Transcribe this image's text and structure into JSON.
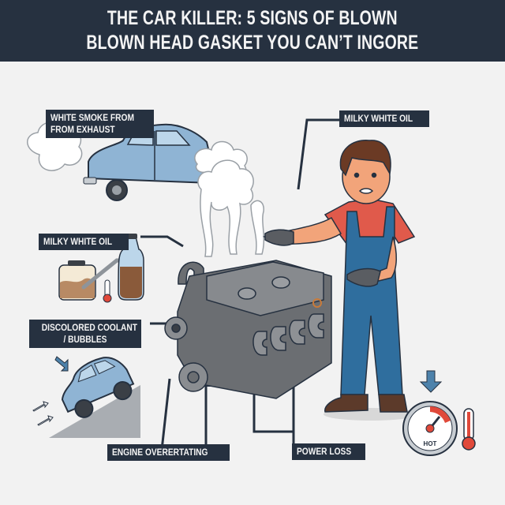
{
  "title": {
    "line1": "THE CAR KILLER: 5 SIGNS OF BLOWN",
    "line2": "BLOWN HEAD GASKET YOU CAN’T INGORE"
  },
  "callouts": [
    {
      "id": "white-smoke",
      "line1": "WHITE SMOKE FROM",
      "line2": "FROM EXHAUST"
    },
    {
      "id": "milky-oil-top",
      "line1": "MILKY WHITE OIL"
    },
    {
      "id": "milky-oil-left",
      "line1": "MILKY WHITE OIL"
    },
    {
      "id": "coolant",
      "line1": "DISCOLORED COOLANT",
      "line2": "/ BUBBLES"
    },
    {
      "id": "overheating",
      "line1": "ENGINE OVERERTATING"
    },
    {
      "id": "power-loss",
      "line1": "POWER LOSS"
    }
  ],
  "gauge": {
    "label": "HOT"
  },
  "colors": {
    "header_bg": "#263140",
    "label_bg": "#263140",
    "background": "#f2f2f2",
    "car_blue": "#8fb4d4",
    "overalls_blue": "#2f6e9e",
    "shirt_red": "#e05a4b",
    "engine_gray": "#6b6e72",
    "hot_red": "#e0493a"
  }
}
